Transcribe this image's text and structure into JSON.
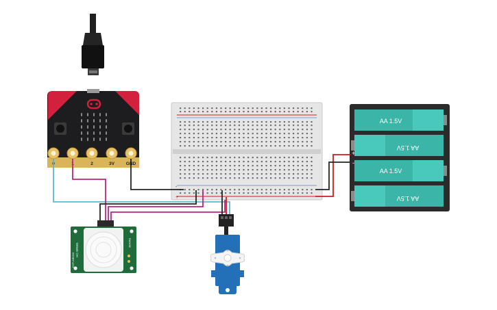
{
  "microbit": {
    "pins": [
      "0",
      "1",
      "2",
      "3V",
      "GND"
    ]
  },
  "battery": {
    "cells": [
      "AA 1.5V",
      "AA 1.5V",
      "AA 1.5V",
      "AA 1.5V"
    ],
    "plus": "+",
    "minus": "-"
  },
  "breadboard": {
    "rail_plus": "+",
    "rail_minus": "-"
  },
  "pir": {
    "left_text": "HC-SR501",
    "side_text": "DYP-ME003",
    "right_text": "RANGE"
  },
  "colors": {
    "microbit_black": "#1d1d1f",
    "microbit_red": "#d3203c",
    "pin_gold": "#e8c26a",
    "breadboard": "#e6e6e6",
    "battery_body": "#2b2b2b",
    "battery_cell": "#3ab5a8",
    "pir_board": "#1f6b39",
    "servo_blue": "#2470b8",
    "wire_cyan": "#5ab6d3",
    "wire_magenta": "#b9267f",
    "wire_black": "#222222",
    "wire_red": "#d21a1a"
  }
}
